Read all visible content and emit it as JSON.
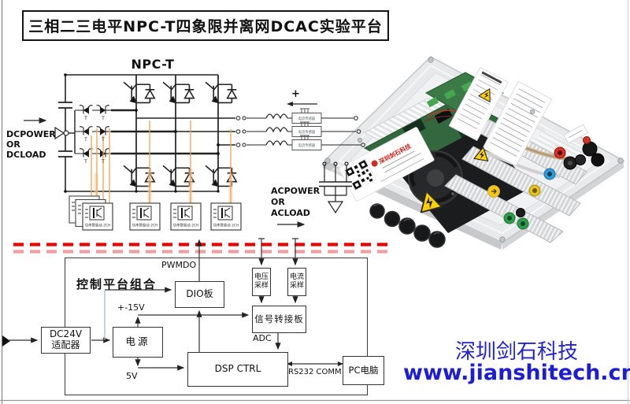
{
  "title": "三相二三电平NPC-T四象限并离网DCAC实验平台",
  "power_section": {
    "topology_label": "NPC-T",
    "dc_terminal": {
      "line1": "DCPOWER",
      "line2": "OR",
      "line3": "DCLOAD"
    },
    "ac_terminal": {
      "line1": "ACPOWER",
      "line2": "OR",
      "line3": "ACLOAD"
    },
    "ac_polarity": "+",
    "current_sensor_label": "电流传感器",
    "gate_driver_label": "功率管驱动 2CH",
    "switch_label": "T"
  },
  "control_section": {
    "group_label": "控制平台组合",
    "signals": {
      "pwm": "PWMDO",
      "adc": "ADC",
      "rs232": "RS232 COMM",
      "v15": "+-15V",
      "v5": "5V"
    },
    "blocks": {
      "adapter_line1": "DC24V",
      "adapter_line2": "适配器",
      "power": "电源",
      "dio": "DIO板",
      "vsample_line1": "电压",
      "vsample_line2": "采样",
      "isample_line1": "电流",
      "isample_line2": "采样",
      "signal_board": "信号转接板",
      "dsp": "DSP CTRL",
      "pc": "PC电脑"
    }
  },
  "branding": {
    "company": "深圳剑石科技",
    "website": "www.jianshitech.cn",
    "color": "#2222cc"
  },
  "photo": {
    "brand_label": "深圳剑石科技"
  },
  "colors": {
    "dashed_line_top": "#e90000",
    "dashed_line_bottom": "#ef9f9f",
    "gate_wire": "#f0a050",
    "brand_blue": "#2222cc"
  }
}
